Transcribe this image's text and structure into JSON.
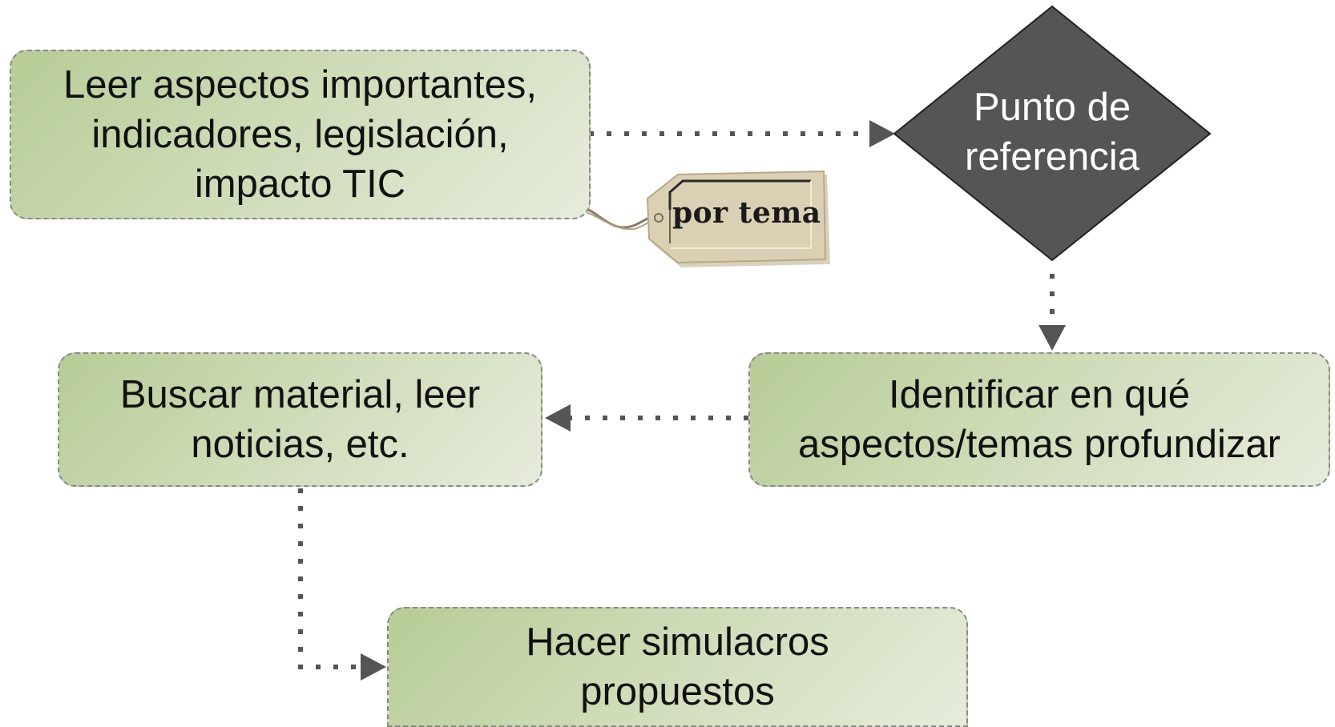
{
  "nodes": {
    "leer": {
      "lines": [
        "Leer aspectos importantes,",
        "indicadores, legislación,",
        "impacto TIC"
      ]
    },
    "punto": {
      "lines": [
        "Punto de",
        "referencia"
      ]
    },
    "identificar": {
      "lines": [
        "Identificar en qué",
        "aspectos/temas profundizar"
      ]
    },
    "buscar": {
      "lines": [
        "Buscar material, leer",
        "noticias, etc."
      ]
    },
    "hacer": {
      "lines": [
        "Hacer simulacros",
        "propuestos"
      ]
    }
  },
  "tag": {
    "label": "por tema"
  },
  "colors": {
    "box_fill_start": "#b7cc96",
    "box_fill_end": "#e6ecdb",
    "diamond": "#555555",
    "arrow": "#555555",
    "tag_fill": "#dcd0b4"
  }
}
